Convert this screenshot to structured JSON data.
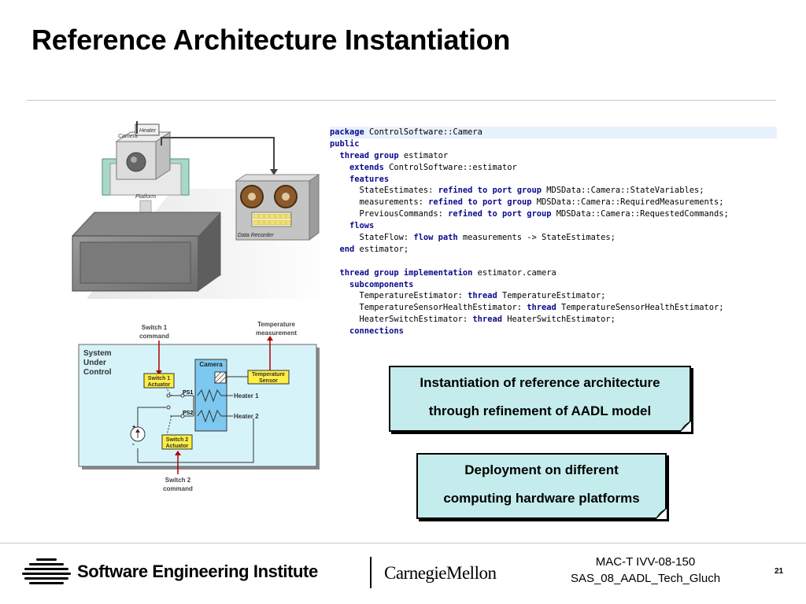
{
  "title": "Reference Architecture Instantiation",
  "illustration": {
    "heater_label": "Heater",
    "camera_label": "Camera",
    "platform_label": "Platform",
    "recorder_label": "Data Recorder"
  },
  "code": {
    "lines": [
      [
        {
          "t": "package",
          "k": 1
        },
        {
          "t": " ControlSoftware::Camera"
        }
      ],
      [
        {
          "t": "public",
          "k": 1
        }
      ],
      [
        {
          "t": "  "
        },
        {
          "t": "thread group",
          "k": 1
        },
        {
          "t": " estimator"
        }
      ],
      [
        {
          "t": "    "
        },
        {
          "t": "extends",
          "k": 1
        },
        {
          "t": " ControlSoftware::estimator"
        }
      ],
      [
        {
          "t": "    "
        },
        {
          "t": "features",
          "k": 1
        }
      ],
      [
        {
          "t": "      StateEstimates: "
        },
        {
          "t": "refined to",
          "k": 1
        },
        {
          "t": " "
        },
        {
          "t": "port group",
          "k": 1
        },
        {
          "t": " MDSData::Camera::StateVariables;"
        }
      ],
      [
        {
          "t": "      measurements: "
        },
        {
          "t": "refined to",
          "k": 1
        },
        {
          "t": " "
        },
        {
          "t": "port group",
          "k": 1
        },
        {
          "t": " MDSData::Camera::RequiredMeasurements;"
        }
      ],
      [
        {
          "t": "      PreviousCommands: "
        },
        {
          "t": "refined to",
          "k": 1
        },
        {
          "t": " "
        },
        {
          "t": "port group",
          "k": 1
        },
        {
          "t": " MDSData::Camera::RequestedCommands;"
        }
      ],
      [
        {
          "t": "    "
        },
        {
          "t": "flows",
          "k": 1
        }
      ],
      [
        {
          "t": "      StateFlow: "
        },
        {
          "t": "flow path",
          "k": 1
        },
        {
          "t": " measurements -> StateEstimates;"
        }
      ],
      [
        {
          "t": "  "
        },
        {
          "t": "end",
          "k": 1
        },
        {
          "t": " estimator;"
        }
      ],
      [
        {
          "t": ""
        }
      ],
      [
        {
          "t": "  "
        },
        {
          "t": "thread group implementation",
          "k": 1
        },
        {
          "t": " estimator.camera"
        }
      ],
      [
        {
          "t": "    "
        },
        {
          "t": "subcomponents",
          "k": 1
        }
      ],
      [
        {
          "t": "      TemperatureEstimator: "
        },
        {
          "t": "thread",
          "k": 1
        },
        {
          "t": " TemperatureEstimator;"
        }
      ],
      [
        {
          "t": "      TemperatureSensorHealthEstimator: "
        },
        {
          "t": "thread",
          "k": 1
        },
        {
          "t": " TemperatureSensorHealthEstimator;"
        }
      ],
      [
        {
          "t": "      HeaterSwitchEstimator: "
        },
        {
          "t": "thread",
          "k": 1
        },
        {
          "t": " HeaterSwitchEstimator;"
        }
      ],
      [
        {
          "t": "    "
        },
        {
          "t": "connections",
          "k": 1
        }
      ]
    ]
  },
  "schematic": {
    "switch1_cmd_1": "Switch 1",
    "switch1_cmd_2": "command",
    "temp_meas_1": "Temperature",
    "temp_meas_2": "measurement",
    "suc_1": "System",
    "suc_2": "Under",
    "suc_3": "Control",
    "switch1_act_1": "Switch 1",
    "switch1_act_2": "Actuator",
    "camera": "Camera",
    "temp_sensor_1": "Temperature",
    "temp_sensor_2": "Sensor",
    "ps1": "PS1",
    "ps2": "PS2",
    "heater1": "Heater 1",
    "heater2": "Heater 2",
    "switch2_act_1": "Switch 2",
    "switch2_act_2": "Actuator",
    "plus": "+",
    "minus": "-",
    "switch2_cmd_1": "Switch 2",
    "switch2_cmd_2": "command"
  },
  "callouts": {
    "instantiation_1": "Instantiation of reference architecture",
    "instantiation_2": "through refinement of AADL model",
    "deployment_1": "Deployment on different",
    "deployment_2": "computing hardware platforms"
  },
  "footer": {
    "org": "Software Engineering Institute",
    "university": "CarnegieMellon",
    "ref1": "MAC-T IVV-08-150",
    "ref2": "SAS_08_AADL_Tech_Gluch",
    "page": "21"
  },
  "colors": {
    "callout_fill": "#c5ecec",
    "keyword": "#0a0a8c",
    "schematic_bg": "#d6f3fa",
    "camera_block": "#7cc8f0",
    "label_box": "#ffee44"
  }
}
